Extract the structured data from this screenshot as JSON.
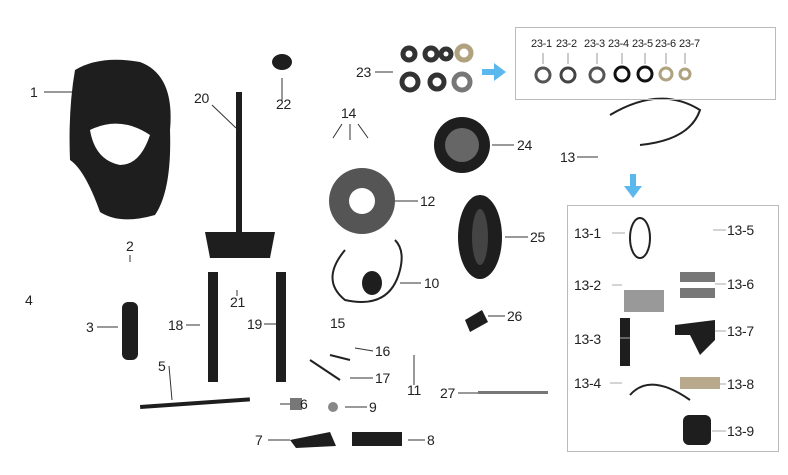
{
  "colors": {
    "arrow": "#5bb8ec",
    "part": "#1e1e1e",
    "line": "#333333",
    "box": "#bbbbbb"
  },
  "labels": {
    "p1": "1",
    "p2": "2",
    "p3": "3",
    "p4": "4",
    "p5": "5",
    "p6": "6",
    "p7": "7",
    "p8": "8",
    "p9": "9",
    "p10": "10",
    "p11": "11",
    "p12": "12",
    "p13": "13",
    "p14": "14",
    "p15": "15",
    "p16": "16",
    "p17": "17",
    "p18": "18",
    "p19": "19",
    "p20": "20",
    "p21": "21",
    "p22": "22",
    "p23": "23",
    "p24": "24",
    "p25": "25",
    "p26": "26",
    "p27": "27"
  },
  "group23": [
    "23-1",
    "23-2",
    "23-3",
    "23-4",
    "23-5",
    "23-6",
    "23-7"
  ],
  "group13": {
    "a": "13-1",
    "b": "13-2",
    "c": "13-3",
    "d": "13-4",
    "e": "13-5",
    "f": "13-6",
    "g": "13-7",
    "h": "13-8",
    "i": "13-9"
  }
}
